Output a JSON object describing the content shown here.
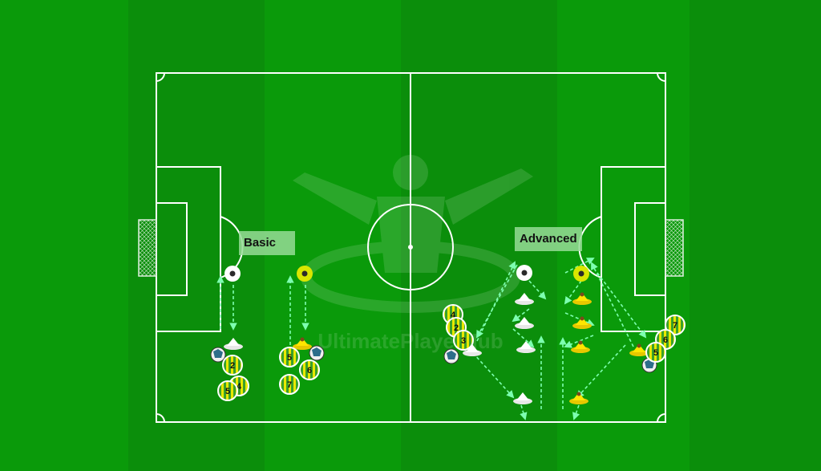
{
  "labels": {
    "basic": "Basic",
    "advanced": "Advanced"
  },
  "watermark": "UltimatePlayerHub",
  "colors": {
    "grass_dark": "#0a8e0a",
    "grass_light": "#14a414",
    "lines": "#ffffff",
    "arrow": "#7dffb0",
    "player_yellow": "#e8e800",
    "player_green": "#1f9a1f",
    "cone_white": "#ffffff",
    "cone_yellow": "#ffe600"
  },
  "players": {
    "basic_left": [
      "2",
      "4",
      "5"
    ],
    "basic_right": [
      "5",
      "6",
      "7"
    ],
    "advanced_left": [
      "4",
      "2",
      "3"
    ],
    "advanced_right": [
      "7",
      "6",
      "5"
    ]
  },
  "icons": [
    "football-icon",
    "cone-icon",
    "disc-marker-icon",
    "player-token-icon",
    "goal-net-icon"
  ]
}
